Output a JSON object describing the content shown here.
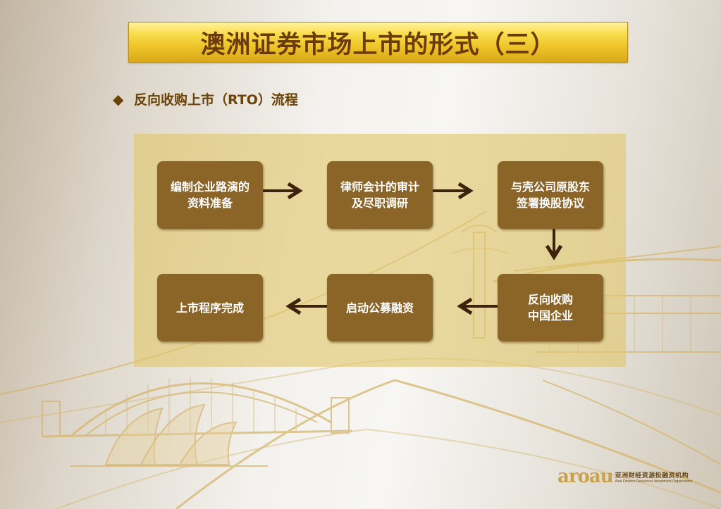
{
  "title": "澳洲证券市场上市的形式（三）",
  "subtitle": {
    "bullet": "◆",
    "text": "反向收购上市（RTO）流程"
  },
  "flow": {
    "steps": [
      {
        "label": "编制企业路演的\n资料准备"
      },
      {
        "label": "律师会计的审计\n及尽职调研"
      },
      {
        "label": "与壳公司原股东\n签署换股协议"
      },
      {
        "label": "反向收购\n中国企业"
      },
      {
        "label": "启动公募融资"
      },
      {
        "label": "上市程序完成"
      }
    ]
  },
  "logo": {
    "wordmark": "aroau",
    "name_cn": "亚洲财经资源投融资机构",
    "name_en": "Asia Finance Resources Investment Organization"
  },
  "colors": {
    "title_bar": "#efc52a",
    "title_text": "#6b3b0b",
    "panel": "#e1c76a",
    "box": "#8b6427",
    "arrow": "#3d230b"
  }
}
